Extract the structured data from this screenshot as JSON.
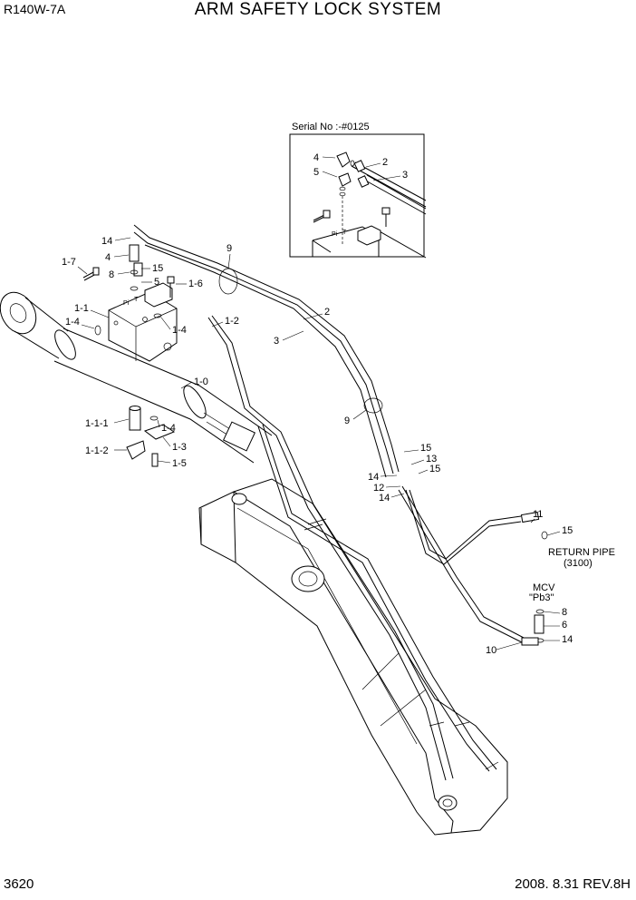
{
  "header": {
    "model": "R140W-7A",
    "title": "ARM SAFETY LOCK SYSTEM"
  },
  "footer": {
    "page": "3620",
    "revision": "2008. 8.31  REV.8H"
  },
  "inset": {
    "serial_label": "Serial No :-#0125",
    "labels": {
      "c4": "4",
      "c5": "5",
      "c2": "2",
      "c3": "3",
      "pi": "Pi",
      "t": "T"
    }
  },
  "callouts": {
    "c14a": "14",
    "c9a": "9",
    "c4a": "4",
    "c17": "1-7",
    "c8a": "8",
    "c15a": "15",
    "c5a": "5",
    "c16": "1-6",
    "c11": "1-1",
    "c14b": "1-4",
    "c14c": "1-4",
    "c12": "1-2",
    "c2": "2",
    "c3": "3",
    "c10": "1-0",
    "c111": "1-1-1",
    "c14d": "1-4",
    "c112": "1-1-2",
    "c13": "1-3",
    "c15": "1-5",
    "c9b": "9",
    "c15b": "15",
    "c13b": "13",
    "c15c": "15",
    "c14e": "14",
    "c12b": "12",
    "c14f": "14",
    "c11b": "11",
    "c15d": "15",
    "c8b": "8",
    "c6": "6",
    "c14g": "14",
    "c10b": "10",
    "pi": "Pi",
    "t": "T"
  },
  "annotations": {
    "return_pipe": "RETURN PIPE",
    "return_pipe_ref": "(3100)",
    "mcv": "MCV",
    "pb3": "\"Pb3\""
  }
}
